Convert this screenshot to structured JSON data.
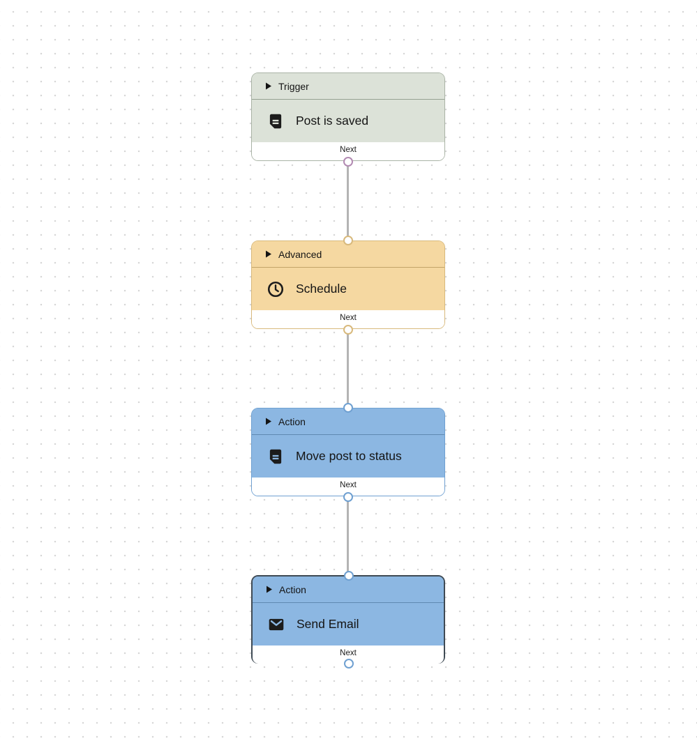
{
  "canvas": {
    "dot_color": "#d6d6d6",
    "connector_color": "#b4b4b4",
    "text_color": "#141414"
  },
  "nodes": [
    {
      "category": "Trigger",
      "title": "Post is saved",
      "header_icon": "play-triangle-icon",
      "body_icon": "document-icon",
      "footer_label": "Next",
      "has_input_port": false,
      "has_output_port": true,
      "selected": false,
      "colors": {
        "bg": "#dce2d8",
        "border": "#a9b3a5",
        "divider": "#96a292",
        "port_out": "#b28ab2"
      }
    },
    {
      "category": "Advanced",
      "title": "Schedule",
      "header_icon": "play-triangle-icon",
      "body_icon": "clock-icon",
      "footer_label": "Next",
      "has_input_port": true,
      "has_output_port": true,
      "selected": false,
      "colors": {
        "bg": "#f5d8a1",
        "border": "#d8b97c",
        "divider": "#c3a469",
        "port_in": "#d8b97c",
        "port_out": "#d8b97c"
      }
    },
    {
      "category": "Action",
      "title": "Move post to status",
      "header_icon": "play-triangle-icon",
      "body_icon": "document-icon",
      "footer_label": "Next",
      "has_input_port": true,
      "has_output_port": true,
      "selected": false,
      "colors": {
        "bg": "#8cb7e2",
        "border": "#6fa0d1",
        "divider": "#5f88b0",
        "port_in": "#6fa0d1",
        "port_out": "#6fa0d1"
      }
    },
    {
      "category": "Action",
      "title": "Send Email",
      "header_icon": "play-triangle-icon",
      "body_icon": "email-icon",
      "footer_label": "Next",
      "has_input_port": true,
      "has_output_port": true,
      "selected": true,
      "colors": {
        "bg": "#8cb7e2",
        "border": "#3f4a54",
        "divider": "#5f88b0",
        "port_in": "#6fa0d1",
        "port_out": "#6fa0d1"
      }
    }
  ]
}
